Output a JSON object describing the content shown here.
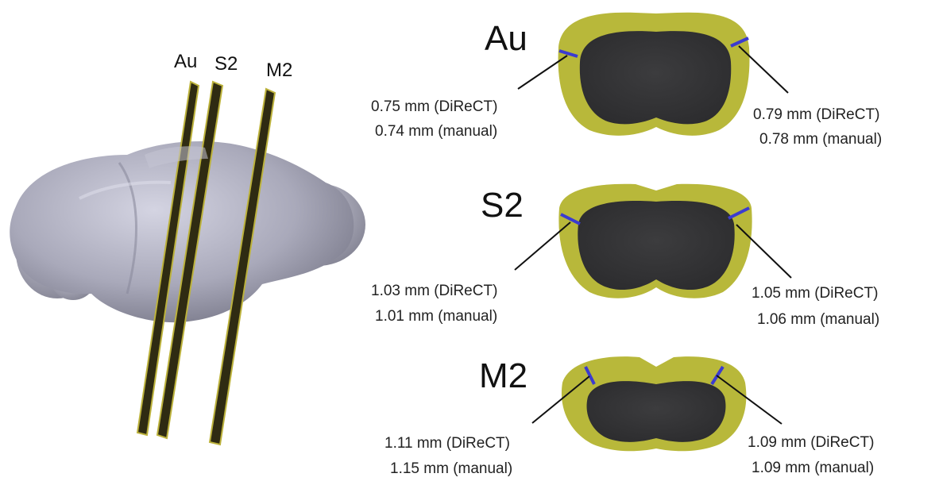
{
  "brain_model": {
    "plane_labels": [
      "Au",
      "S2",
      "M2"
    ]
  },
  "sections": [
    {
      "title": "Au",
      "left": {
        "direct": "0.75 mm (DiReCT)",
        "manual": "0.74 mm (manual)"
      },
      "right": {
        "direct": "0.79 mm (DiReCT)",
        "manual": "0.78 mm (manual)"
      }
    },
    {
      "title": "S2",
      "left": {
        "direct": "1.03 mm (DiReCT)",
        "manual": "1.01 mm (manual)"
      },
      "right": {
        "direct": "1.05 mm (DiReCT)",
        "manual": "1.06 mm (manual)"
      }
    },
    {
      "title": "M2",
      "left": {
        "direct": "1.11 mm (DiReCT)",
        "manual": "1.15 mm (manual)"
      },
      "right": {
        "direct": "1.09 mm (DiReCT)",
        "manual": "1.09 mm (manual)"
      }
    }
  ],
  "colors": {
    "brain_surface": "#a9a9ba",
    "cortex": "#b8b83a",
    "tissue_interior": "#3a3a3c",
    "plane": "#2f2b12",
    "plane_edge": "#bcb23c",
    "thickness_marker": "#3b3bd0"
  }
}
